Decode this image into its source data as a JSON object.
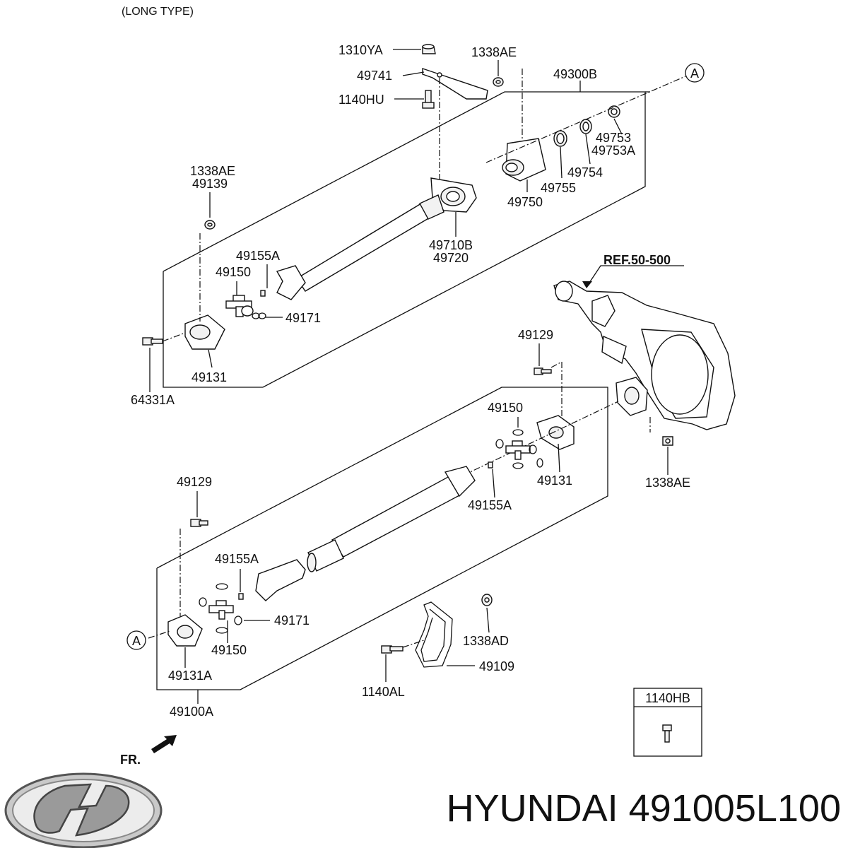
{
  "header": {
    "note": "(LONG TYPE)"
  },
  "refs": {
    "a": "A",
    "axle": "REF.50-500",
    "front": "FR."
  },
  "inset": {
    "label": "1140HB"
  },
  "caption": "HYUNDAI 491005L100",
  "labels": [
    {
      "id": "lbl-1310ya",
      "text": "1310YA"
    },
    {
      "id": "lbl-1338ae-top",
      "text": "1338AE"
    },
    {
      "id": "lbl-49741",
      "text": "49741"
    },
    {
      "id": "lbl-49300b",
      "text": "49300B"
    },
    {
      "id": "lbl-1140hu",
      "text": "1140HU"
    },
    {
      "id": "lbl-49753",
      "text": "49753"
    },
    {
      "id": "lbl-49753a",
      "text": "49753A"
    },
    {
      "id": "lbl-1338ae-left",
      "text": "1338AE"
    },
    {
      "id": "lbl-49139",
      "text": "49139"
    },
    {
      "id": "lbl-49754",
      "text": "49754"
    },
    {
      "id": "lbl-49755",
      "text": "49755"
    },
    {
      "id": "lbl-49750",
      "text": "49750"
    },
    {
      "id": "lbl-49710b",
      "text": "49710B"
    },
    {
      "id": "lbl-49720",
      "text": "49720"
    },
    {
      "id": "lbl-49155a-upper",
      "text": "49155A"
    },
    {
      "id": "lbl-49150-upper",
      "text": "49150"
    },
    {
      "id": "lbl-49171-upper",
      "text": "49171"
    },
    {
      "id": "lbl-49131-upper",
      "text": "49131"
    },
    {
      "id": "lbl-64331a",
      "text": "64331A"
    },
    {
      "id": "lbl-49129-right",
      "text": "49129"
    },
    {
      "id": "lbl-49150-lower-right",
      "text": "49150"
    },
    {
      "id": "lbl-49131-lower",
      "text": "49131"
    },
    {
      "id": "lbl-1338ae-lower",
      "text": "1338AE"
    },
    {
      "id": "lbl-49155a-lower-right",
      "text": "49155A"
    },
    {
      "id": "lbl-49129-left",
      "text": "49129"
    },
    {
      "id": "lbl-49155a-lower-left",
      "text": "49155A"
    },
    {
      "id": "lbl-49171-lower",
      "text": "49171"
    },
    {
      "id": "lbl-49150-lower-left",
      "text": "49150"
    },
    {
      "id": "lbl-49131a",
      "text": "49131A"
    },
    {
      "id": "lbl-49100a",
      "text": "49100A"
    },
    {
      "id": "lbl-1338ad",
      "text": "1338AD"
    },
    {
      "id": "lbl-49109",
      "text": "49109"
    },
    {
      "id": "lbl-1140al",
      "text": "1140AL"
    }
  ]
}
